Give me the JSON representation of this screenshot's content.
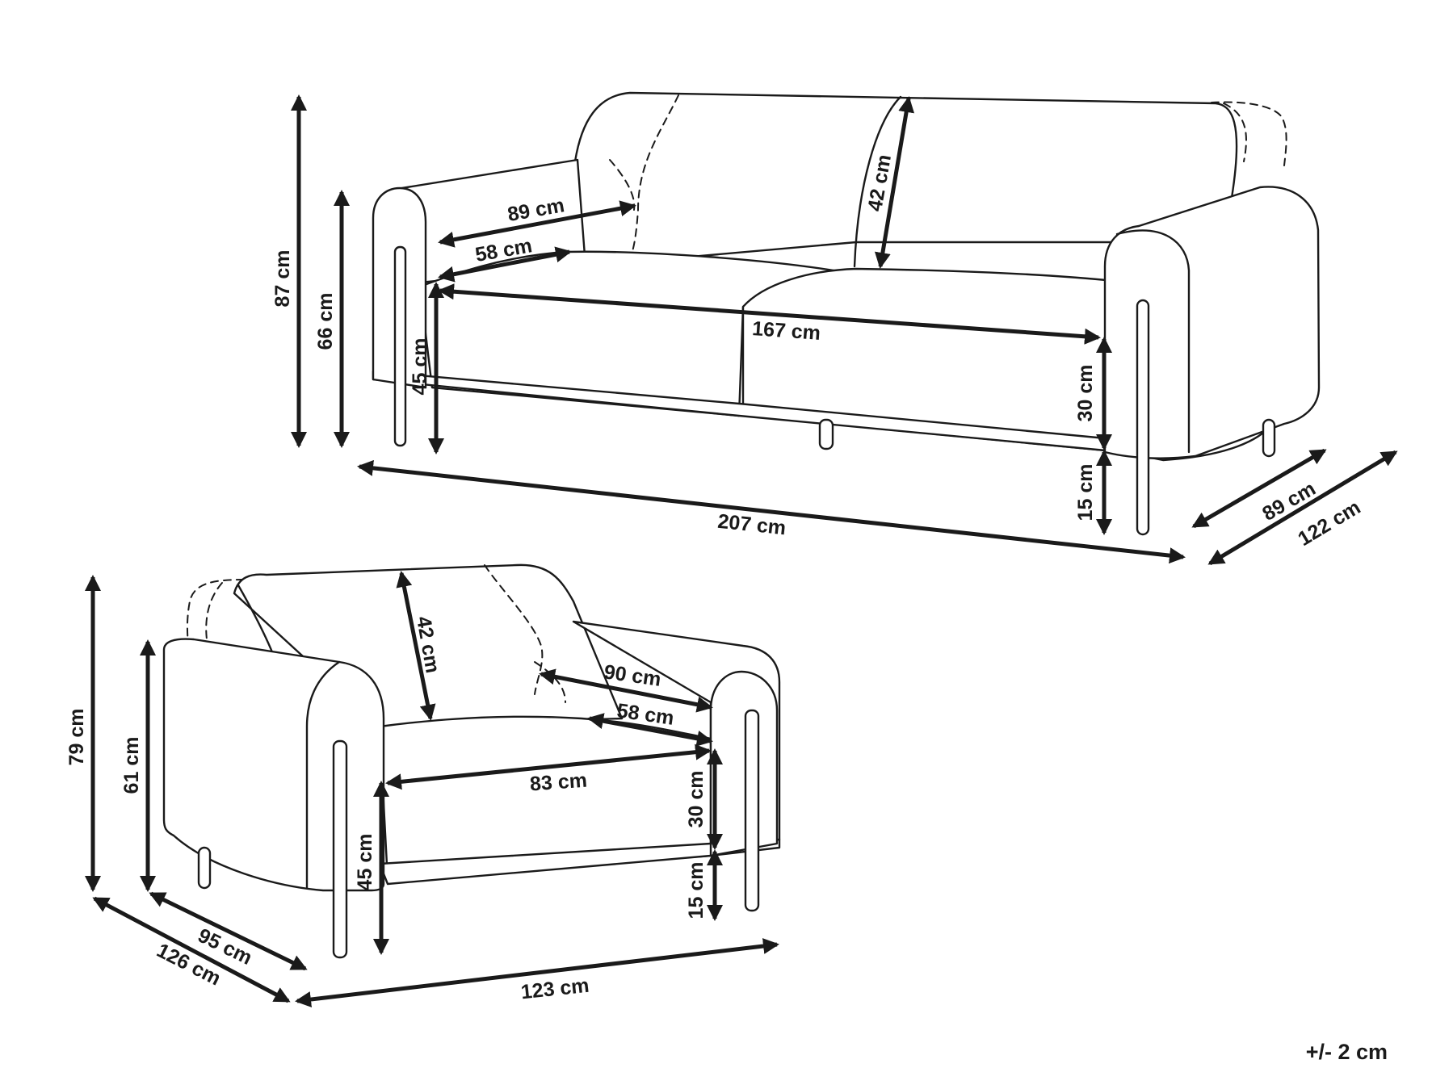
{
  "sofa": {
    "height_total": "87 cm",
    "armrest_height": "66 cm",
    "seat_height": "45 cm",
    "backrest_height": "42 cm",
    "seat_depth_total": "89 cm",
    "seat_depth": "58 cm",
    "seat_width": "167 cm",
    "seat_cushion_height": "30 cm",
    "leg_height": "15 cm",
    "width_total": "207 cm",
    "depth": "89 cm",
    "depth_total": "122 cm"
  },
  "armchair": {
    "height_total": "79 cm",
    "armrest_height": "61 cm",
    "seat_height": "45 cm",
    "backrest_height": "42 cm",
    "seat_depth_total": "90 cm",
    "seat_depth": "58 cm",
    "seat_width": "83 cm",
    "seat_cushion_height": "30 cm",
    "leg_height": "15 cm",
    "width_total": "123 cm",
    "depth": "95 cm",
    "depth_total": "126 cm"
  },
  "tolerance": "+/- 2 cm",
  "icons": {
    "arrow": "double-headed-arrow"
  }
}
